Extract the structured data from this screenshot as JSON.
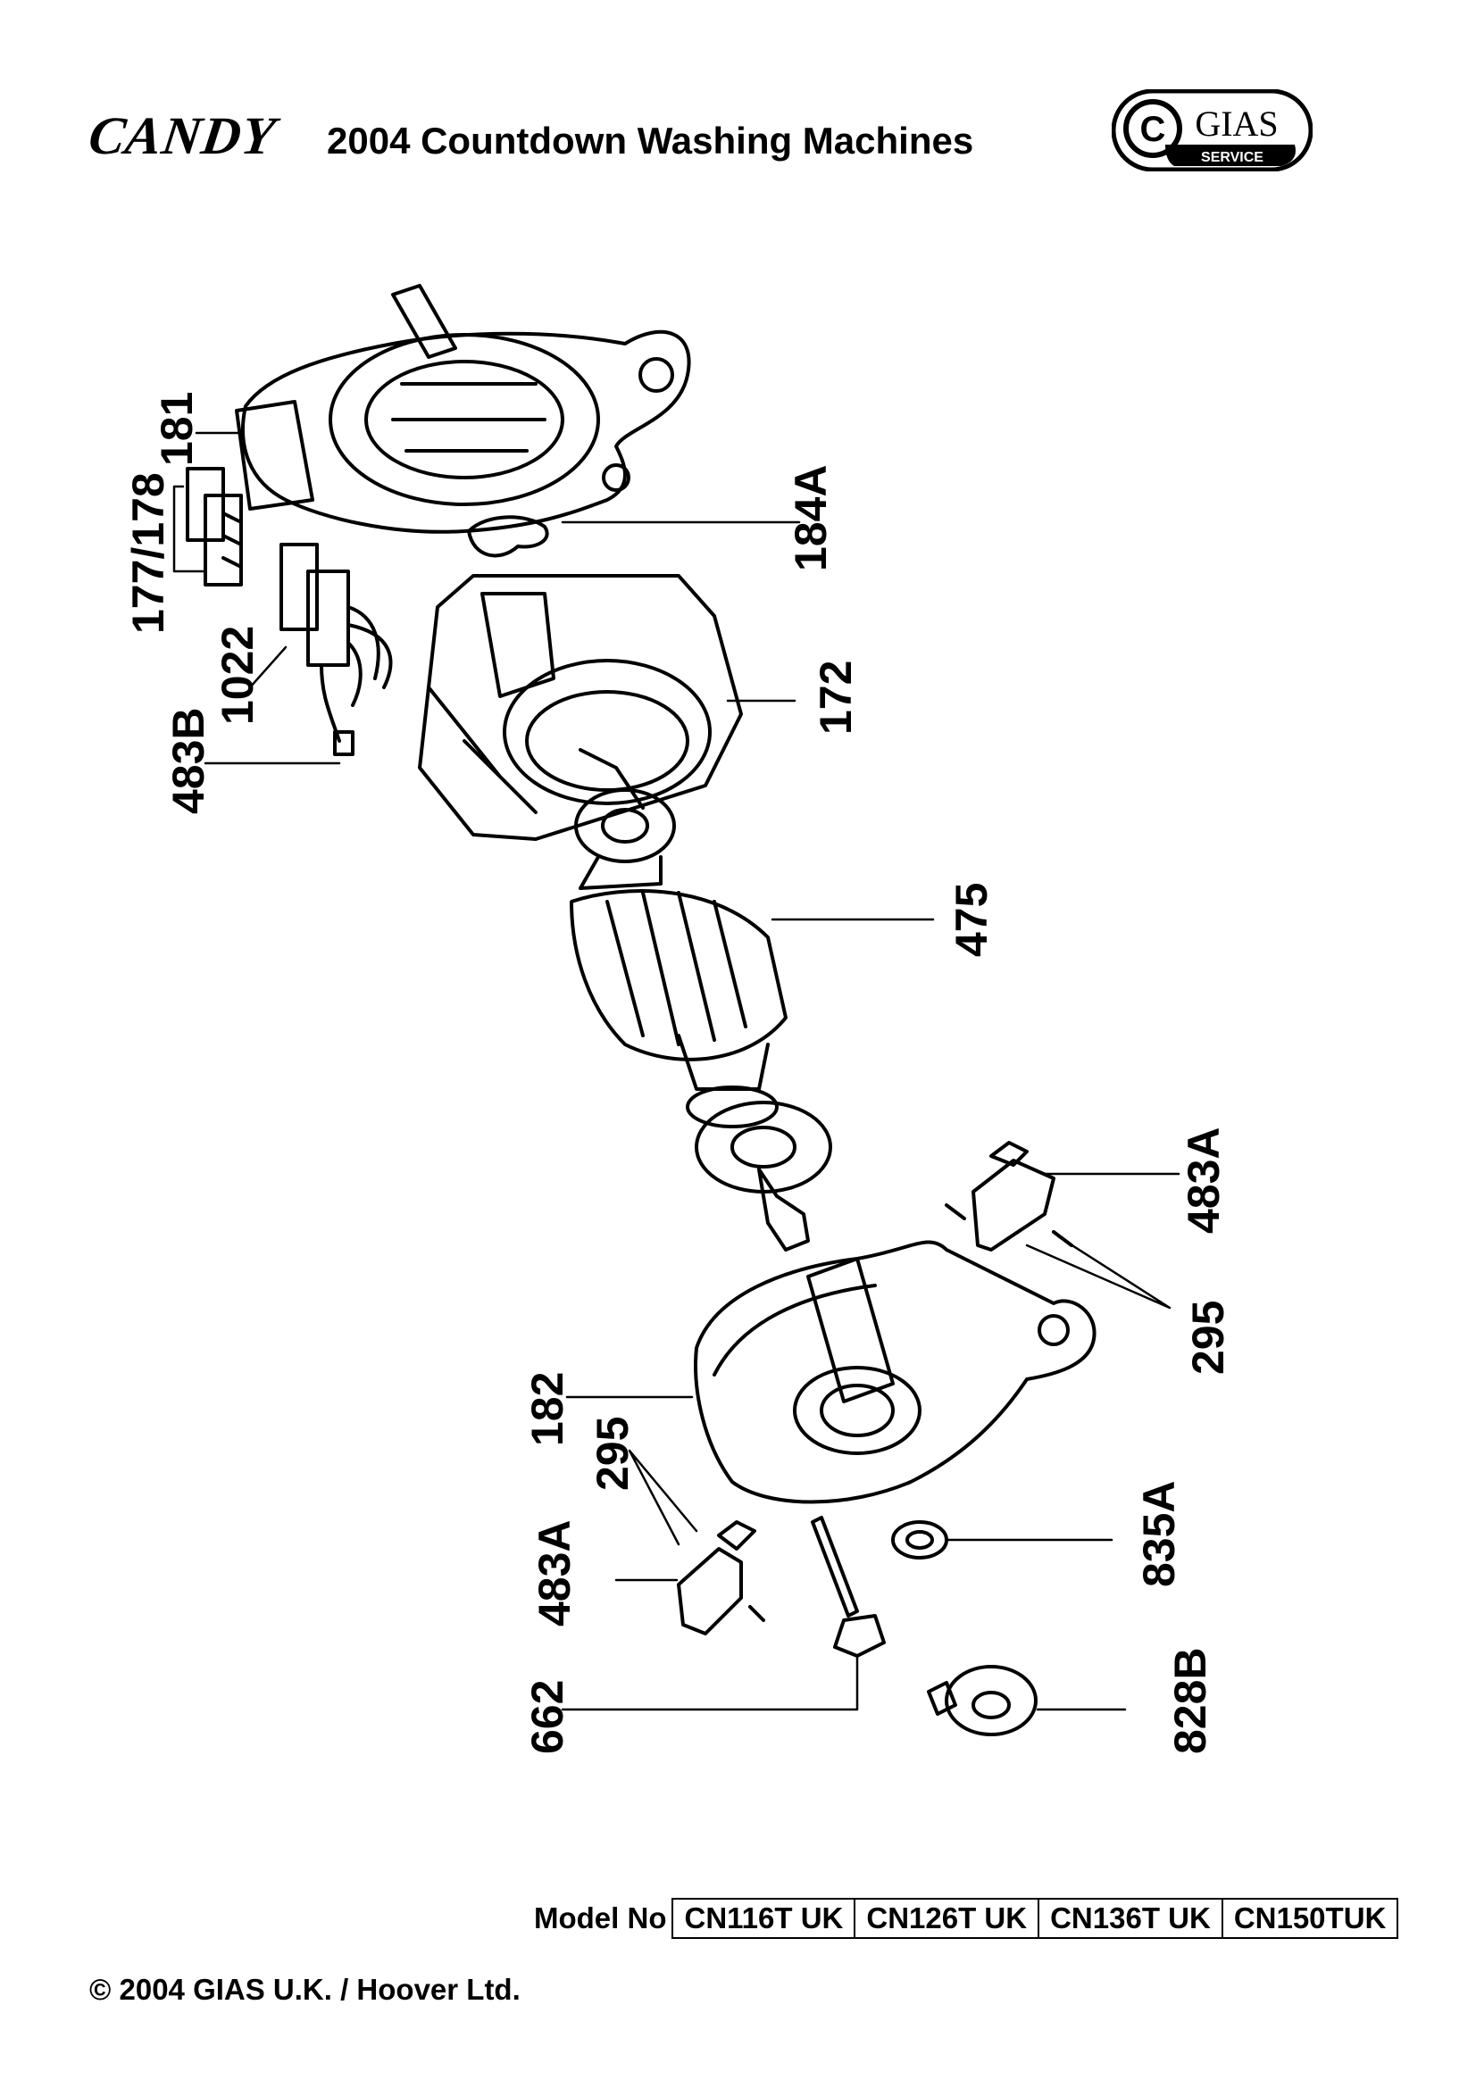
{
  "header": {
    "brand": "CANDY",
    "title": "2004 Countdown  Washing Machines",
    "logo_text": "GIAS",
    "logo_sub": "SERVICE"
  },
  "diagram": {
    "callouts": {
      "c181": "181",
      "c177_178": "177/178",
      "c1022": "1022",
      "c483b": "483B",
      "c184a": "184A",
      "c172": "172",
      "c475": "475",
      "c483a_right": "483A",
      "c295_right": "295",
      "c182": "182",
      "c295_left": "295",
      "c483a_left": "483A",
      "c835a": "835A",
      "c662": "662",
      "c828b": "828B"
    }
  },
  "footer": {
    "model_label": "Model No",
    "models": [
      "CN116T UK",
      "CN126T UK",
      "CN136T  UK",
      "CN150TUK"
    ],
    "copyright": "© 2004 GIAS U.K. / Hoover Ltd."
  },
  "colors": {
    "ink": "#000000",
    "paper": "#ffffff"
  }
}
